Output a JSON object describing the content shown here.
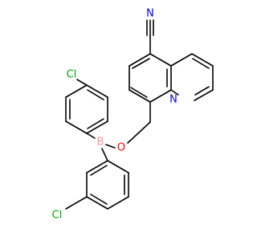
{
  "molecule": {
    "labels": {
      "nitrogen_nitrile": "N",
      "nitrogen_ring": "N",
      "oxygen": "O",
      "boron": "B",
      "chlorine_top": "Cl",
      "chlorine_bottom": "Cl"
    },
    "colors": {
      "bond": "#000000",
      "N": "#0000ff",
      "O": "#ff0000",
      "B": "#ff9999",
      "Cl": "#00aa00"
    }
  }
}
